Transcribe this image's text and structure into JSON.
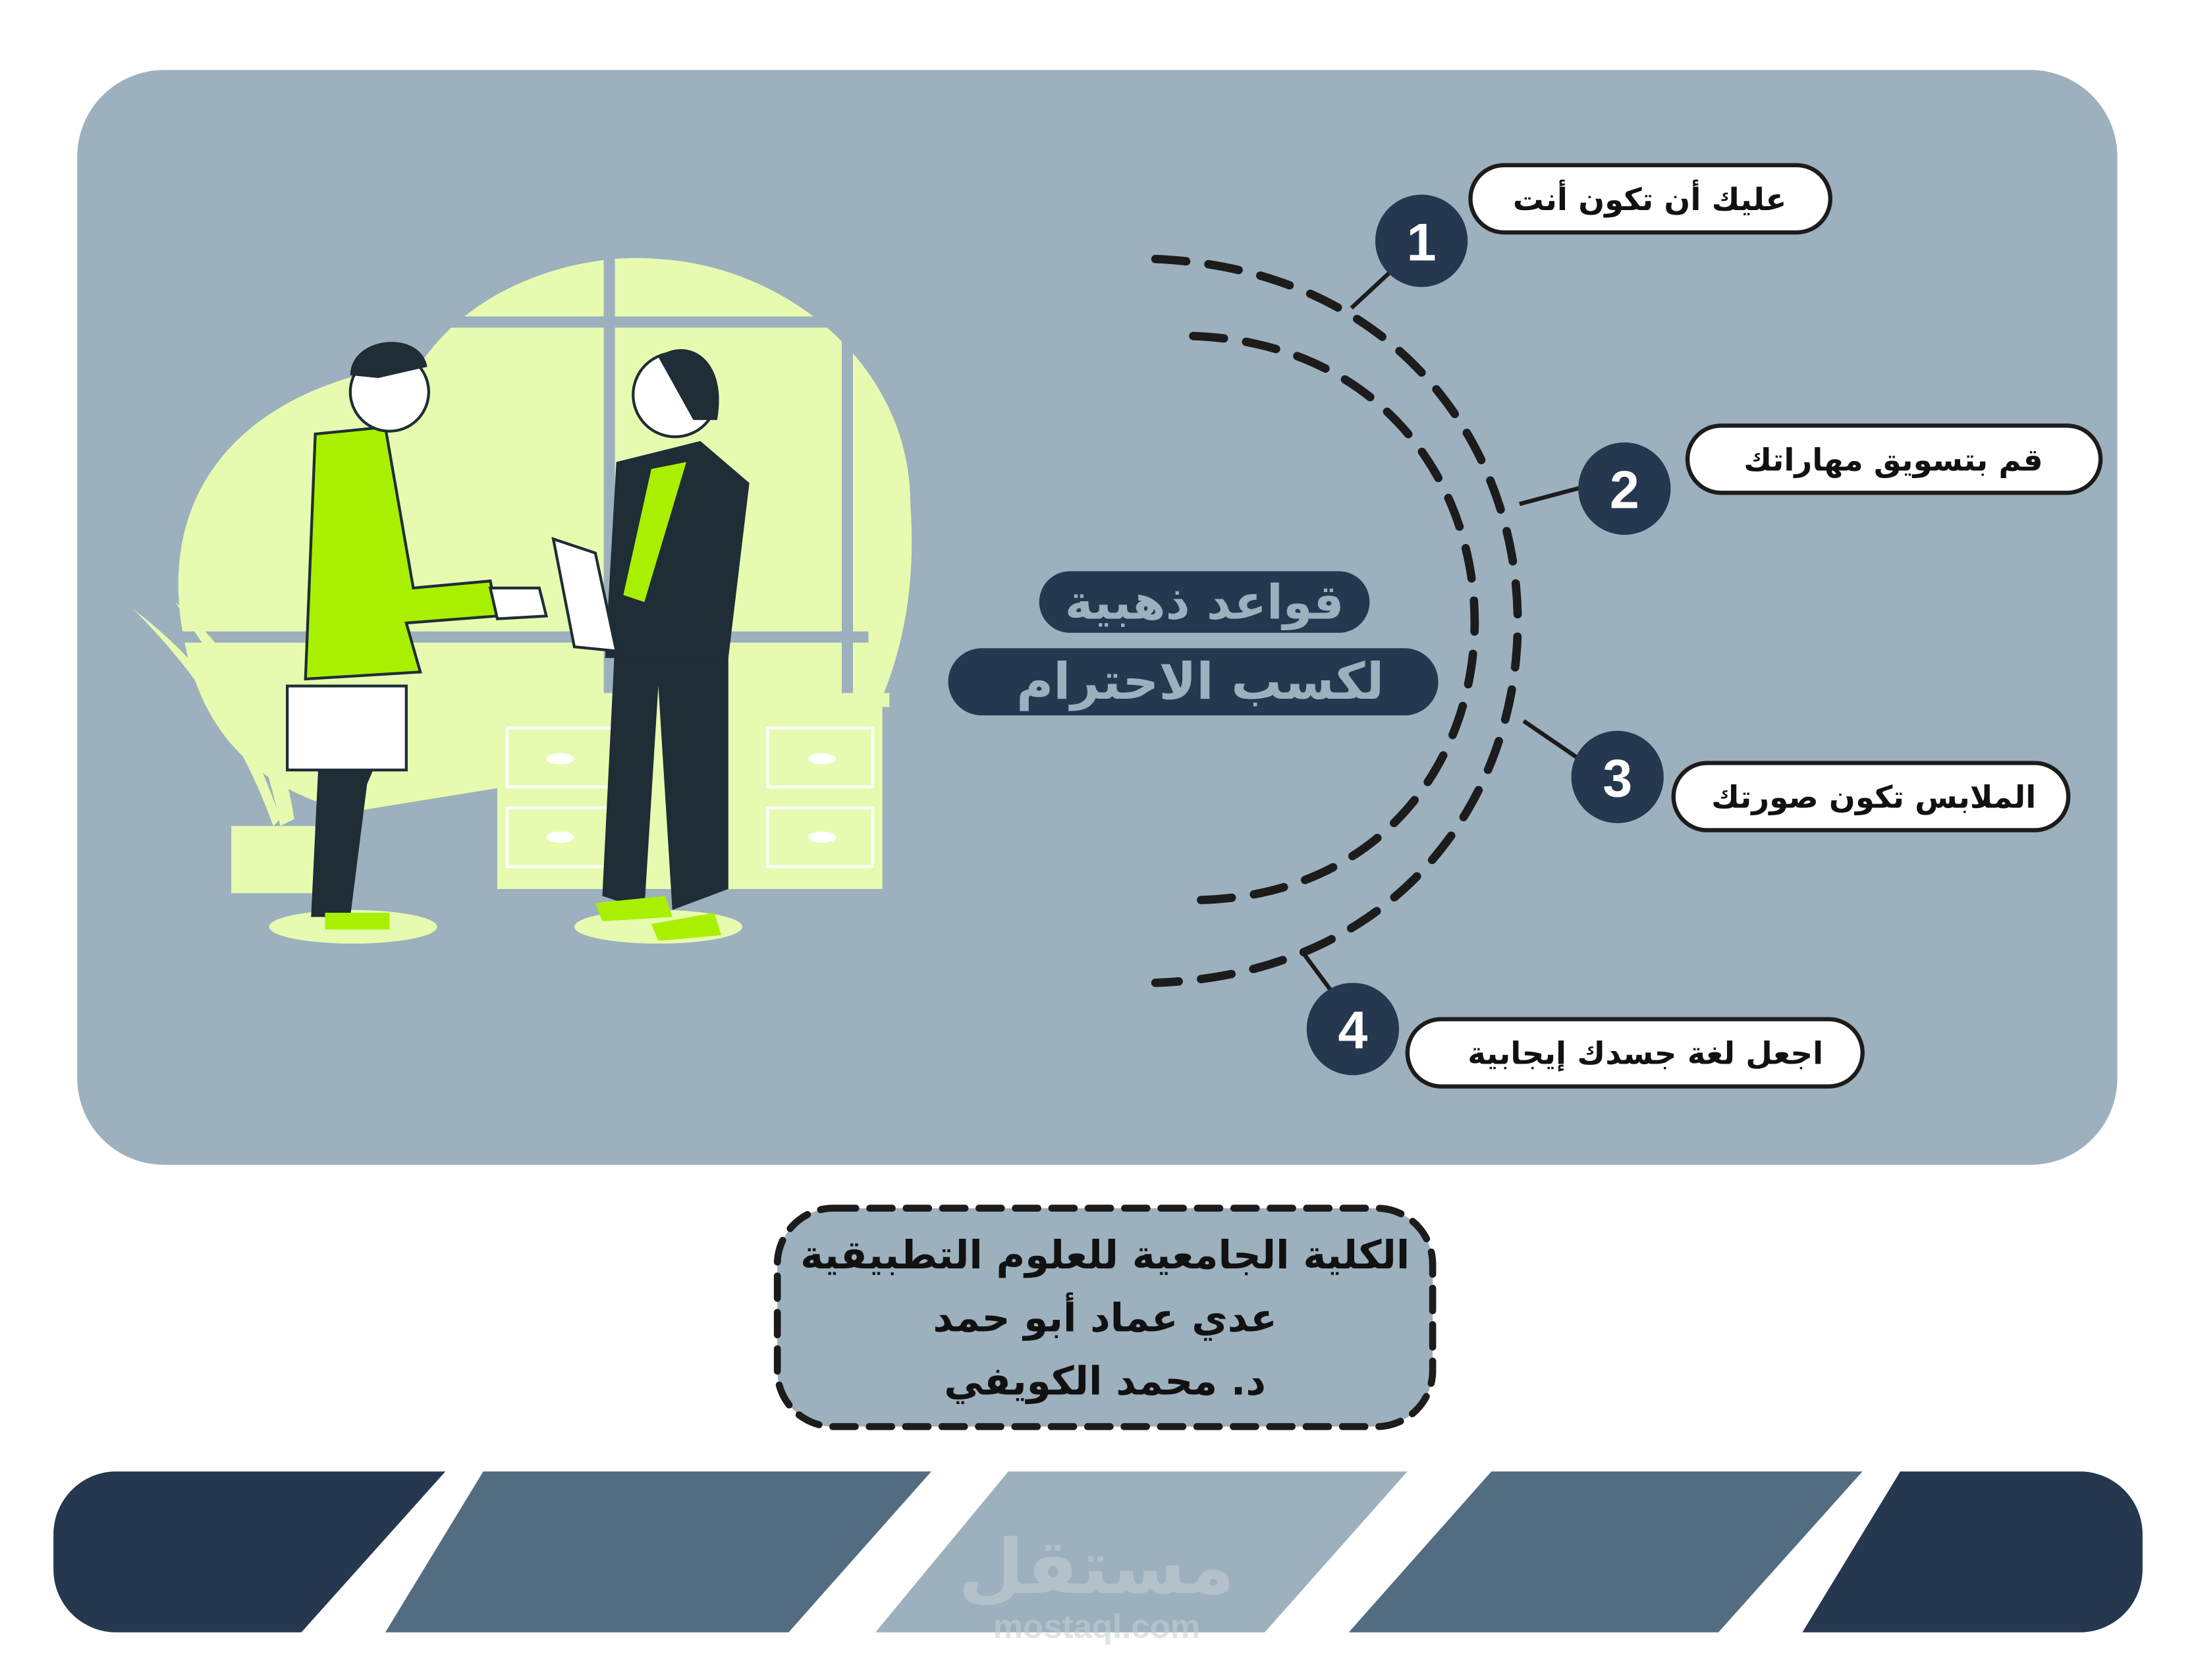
{
  "colors": {
    "panel": "#9db0bd",
    "dark": "#263850",
    "mid": "#526c82",
    "accent_green": "#a8f000",
    "pale_green": "#e6fbb0"
  },
  "title": {
    "line1": "قواعد ذهبية",
    "line2": "لكسب الاحترام"
  },
  "rules": [
    {
      "number": "1",
      "text": "عليك أن تكون أنت"
    },
    {
      "number": "2",
      "text": "قم بتسويق مهاراتك"
    },
    {
      "number": "3",
      "text": "الملابس تكون صورتك"
    },
    {
      "number": "4",
      "text": "اجعل لغة جسدك إيجابية"
    }
  ],
  "credits": {
    "institution": "الكلية الجامعية للعلوم التطبيقية",
    "student": "عدي عماد أبو حمد",
    "instructor": "د. محمد الكويفي"
  },
  "watermark": {
    "arabic": "مستقل",
    "latin": "mostaql.com"
  }
}
